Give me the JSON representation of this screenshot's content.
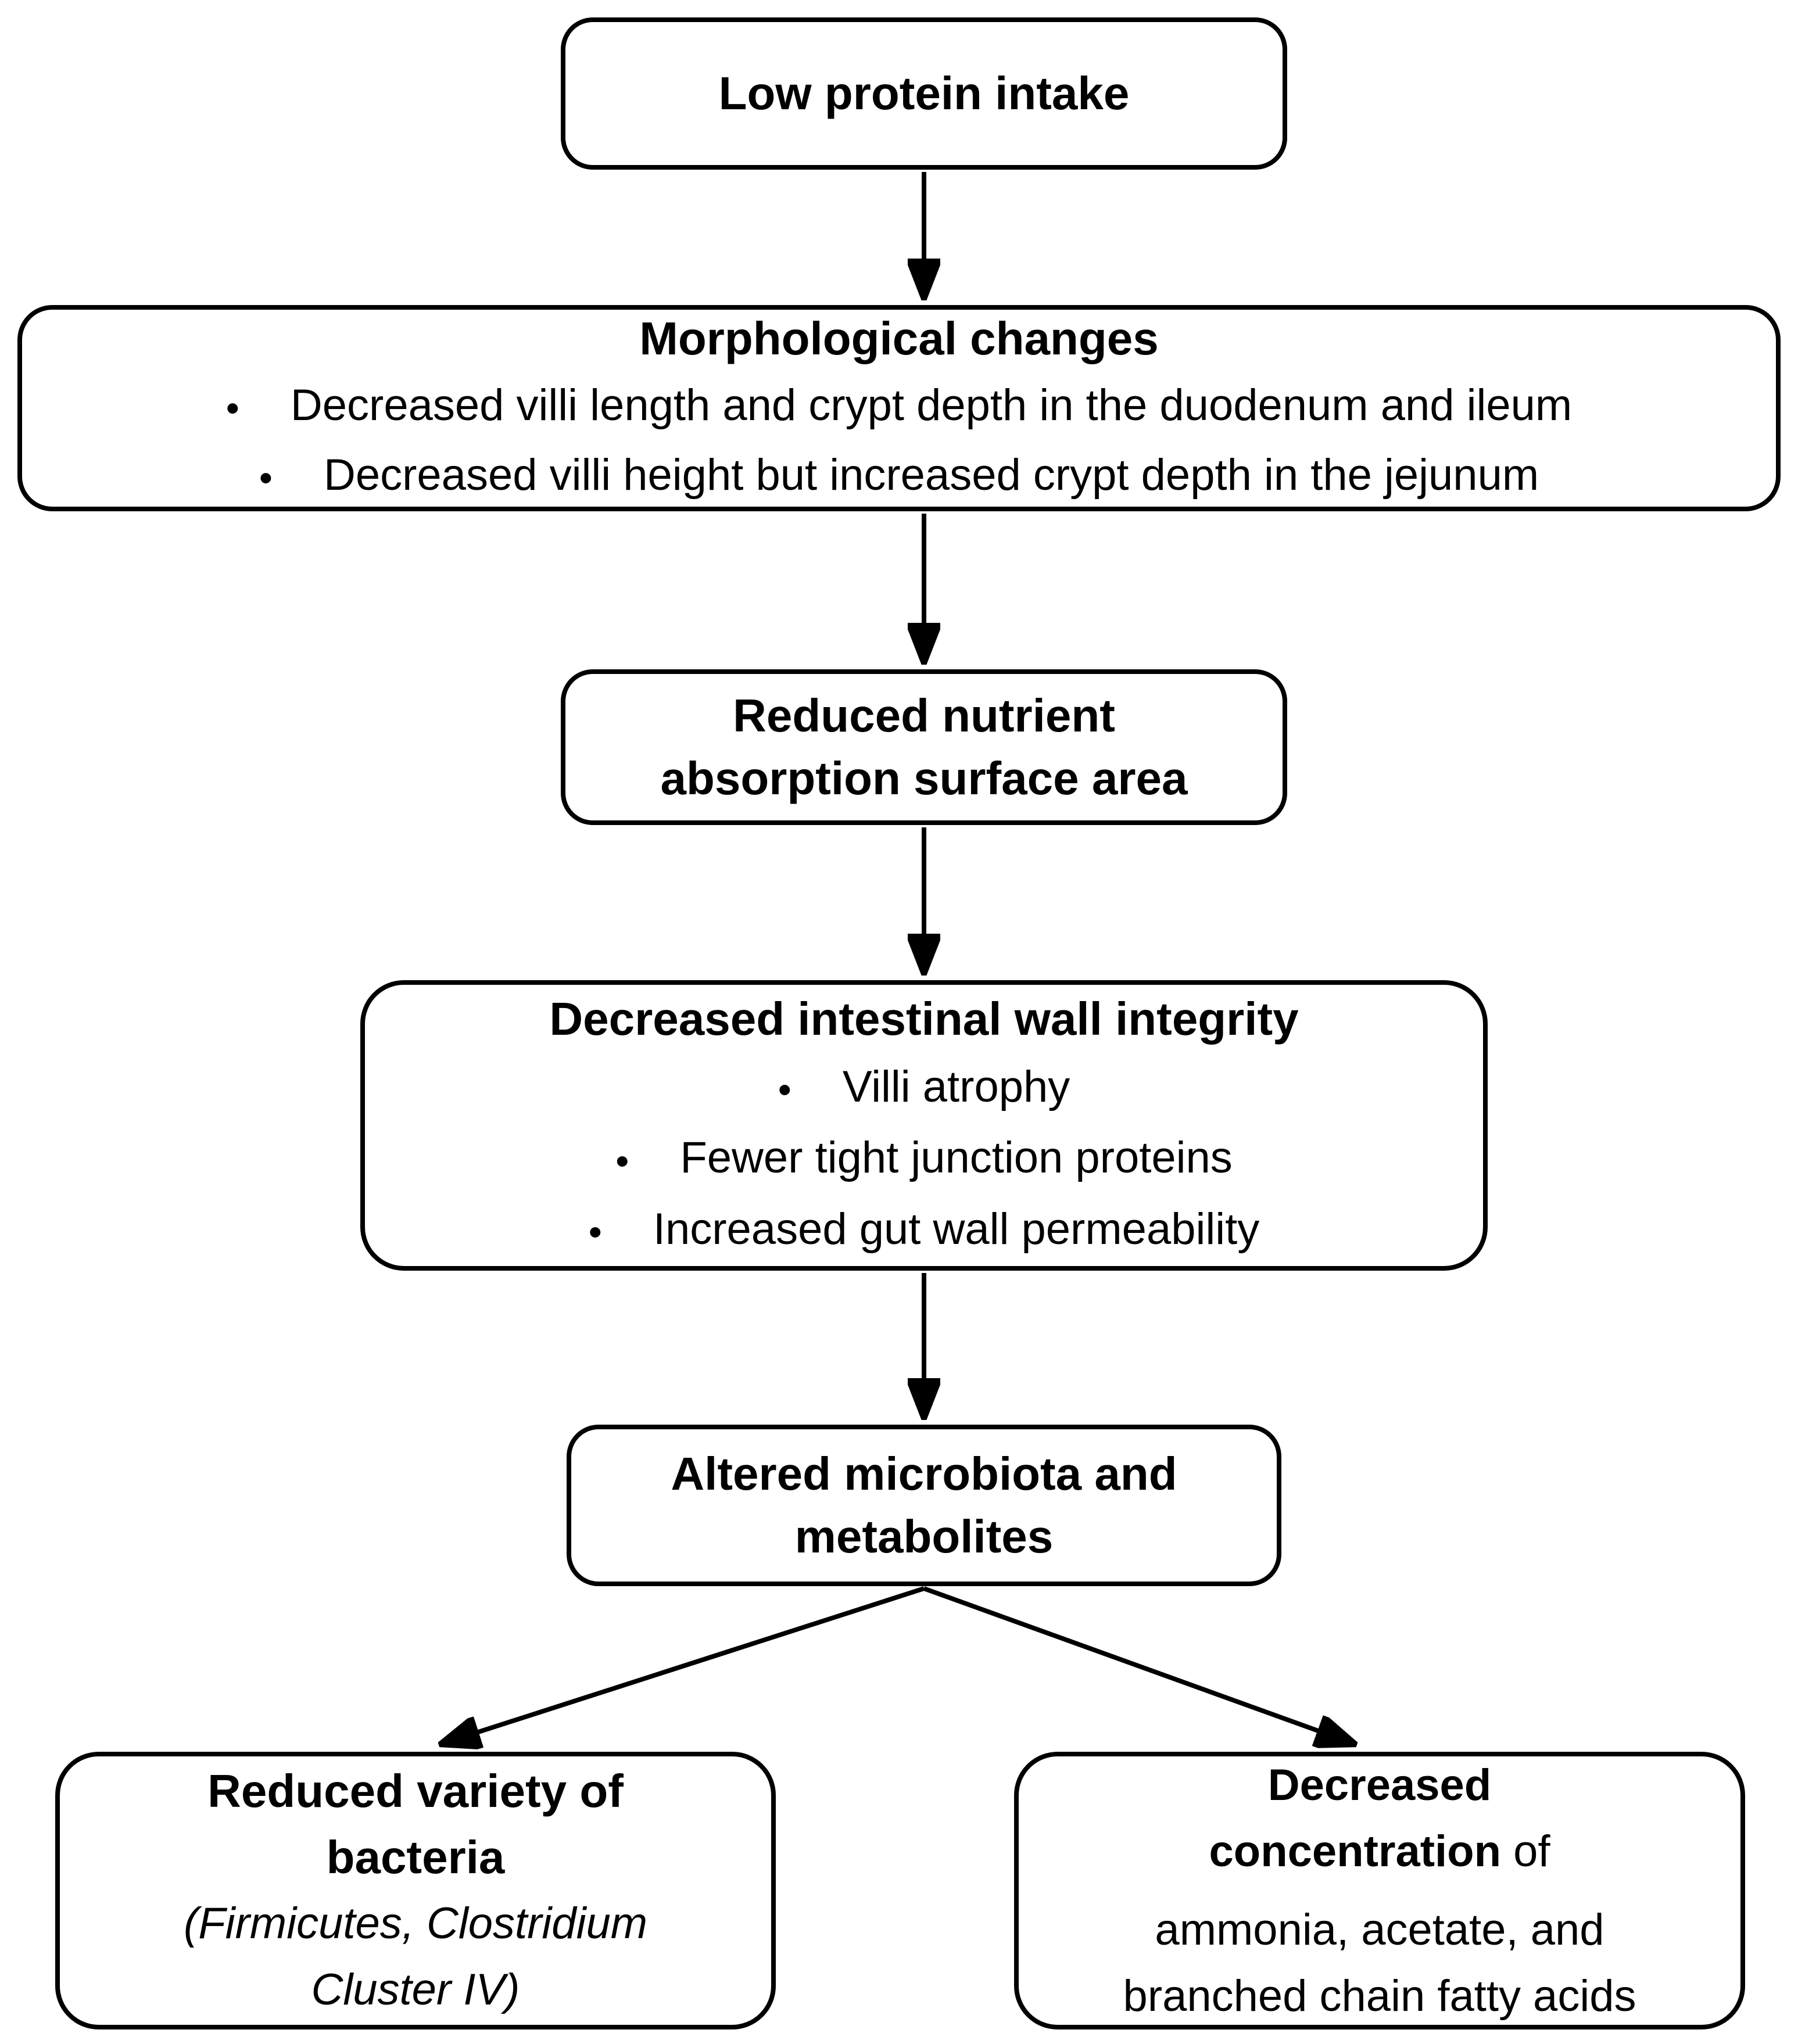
{
  "bullet_glyph": "•",
  "boxes": {
    "low_protein_intake": {
      "title": "Low protein intake"
    },
    "morphological_changes": {
      "title": "Morphological changes",
      "bullets": [
        "Decreased villi length and crypt depth in the duodenum and ileum",
        "Decreased villi height but increased crypt depth in the jejunum"
      ]
    },
    "reduced_nutrient_absorption": {
      "lines": [
        "Reduced nutrient",
        "absorption surface area"
      ]
    },
    "decreased_intestinal_wall_integrity": {
      "title": "Decreased intestinal wall integrity",
      "bullets": [
        "Villi atrophy",
        "Fewer tight junction proteins",
        "Increased gut wall permeability"
      ]
    },
    "altered_microbiota_and_metabolites": {
      "lines": [
        "Altered microbiota and",
        "metabolites"
      ]
    },
    "reduced_variety_of_bacteria": {
      "bold_lines": [
        "Reduced variety of",
        "bacteria"
      ],
      "italic_lines": [
        "(Firmicutes, Clostridium",
        "Cluster IV)"
      ]
    },
    "decreased_concentration": {
      "line1_bold": "Decreased",
      "line2_bold": "concentration",
      "line2_regular": " of",
      "line3": "ammonia, acetate, and",
      "line4": "branched chain fatty acids"
    }
  }
}
